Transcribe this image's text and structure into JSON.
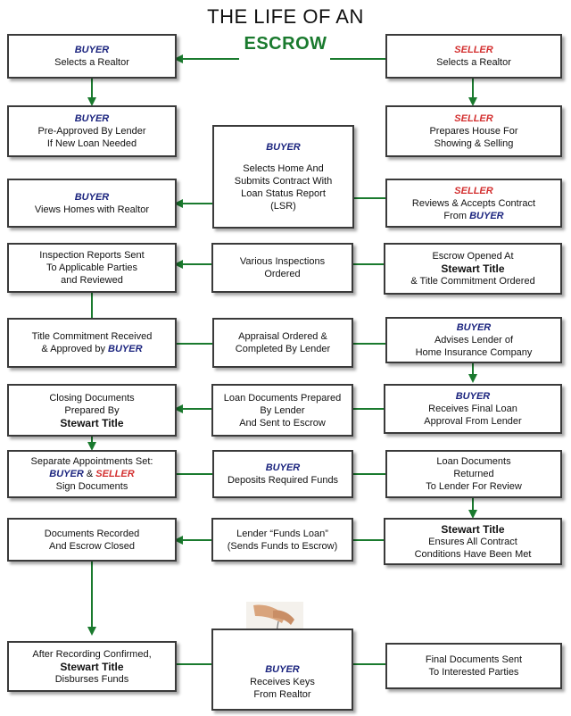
{
  "title": {
    "line1": "THE LIFE OF AN",
    "line2": "ESCROW"
  },
  "boxes": {
    "buyer_realtor": {
      "lines": [
        "BUYER",
        "Selects a Realtor"
      ]
    },
    "seller_realtor": {
      "lines": [
        "SELLER",
        "Selects a Realtor"
      ]
    },
    "buyer_preapproved": {
      "lines": [
        "BUYER",
        "Pre-Approved By Lender",
        "If New Loan Needed"
      ]
    },
    "seller_prepares": {
      "lines": [
        "SELLER",
        "Prepares House For",
        "Showing & Selling"
      ]
    },
    "buyer_selects": {
      "lines": [
        "BUYER",
        "Selects Home And",
        "Submits Contract With",
        "Loan Status Report",
        "(LSR)"
      ]
    },
    "buyer_views": {
      "lines": [
        "BUYER",
        "Views Homes with Realtor"
      ]
    },
    "seller_reviews": {
      "lines": [
        "SELLER",
        "Reviews & Accepts Contract",
        "From",
        "BUYER"
      ]
    },
    "inspection_reports": {
      "lines": [
        "Inspection Reports Sent",
        "To Applicable Parties",
        "and Reviewed"
      ]
    },
    "various_inspections": {
      "lines": [
        "Various Inspections",
        "Ordered"
      ]
    },
    "escrow_opened": {
      "lines": [
        "Escrow Opened At",
        "Stewart Title",
        "& Title Commitment Ordered"
      ]
    },
    "title_commitment": {
      "lines": [
        "Title Commitment Received",
        "& Approved by",
        "BUYER"
      ]
    },
    "appraisal": {
      "lines": [
        "Appraisal Ordered &",
        "Completed By Lender"
      ]
    },
    "advises_lender": {
      "lines": [
        "BUYER",
        "Advises Lender of",
        "Home Insurance Company"
      ]
    },
    "closing_docs": {
      "lines": [
        "Closing Documents",
        "Prepared By",
        "Stewart Title"
      ]
    },
    "loan_docs_prepared": {
      "lines": [
        "Loan Documents Prepared",
        "By Lender",
        "And Sent to Escrow"
      ]
    },
    "final_loan": {
      "lines": [
        "BUYER",
        "Receives Final Loan",
        "Approval From Lender"
      ]
    },
    "separate_appts": {
      "lines": [
        "Separate Appointments Set:",
        "BUYER",
        "&",
        "SELLER",
        "Sign Documents"
      ]
    },
    "deposits": {
      "lines": [
        "BUYER",
        "Deposits Required Funds"
      ]
    },
    "loan_docs_returned": {
      "lines": [
        "Loan Documents",
        "Returned",
        "To Lender For Review"
      ]
    },
    "docs_recorded": {
      "lines": [
        "Documents Recorded",
        "And Escrow Closed"
      ]
    },
    "funds_loan": {
      "lines": [
        "Lender “Funds Loan”",
        "(Sends Funds to Escrow)"
      ]
    },
    "ensures": {
      "lines": [
        "Stewart Title",
        "Ensures All Contract",
        "Conditions Have Been Met"
      ]
    },
    "after_recording": {
      "lines": [
        "After Recording Confirmed,",
        "Stewart Title",
        "Disburses Funds"
      ]
    },
    "receives_keys": {
      "lines": [
        "BUYER",
        "Receives Keys",
        "From Realtor"
      ]
    },
    "final_docs": {
      "lines": [
        "Final Documents Sent",
        "To Interested Parties"
      ]
    }
  },
  "colors": {
    "arrow": "#1a7a2e",
    "buyer": "#1a237e",
    "seller": "#d32f2f",
    "title_accent": "#1a7a2e"
  },
  "image": {
    "icon": "keys-in-hand-photo"
  }
}
